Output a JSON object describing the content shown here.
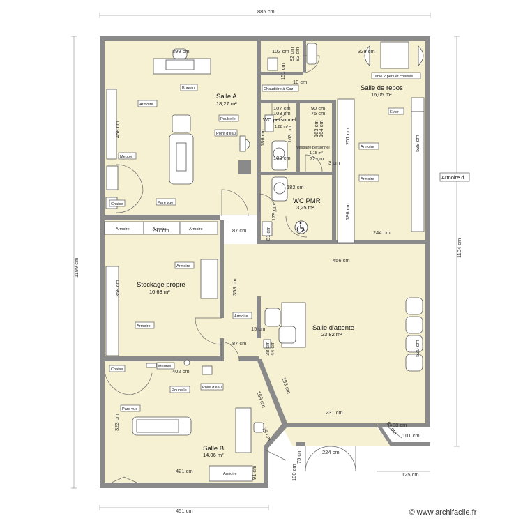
{
  "dimensions": {
    "top_total": "885 cm",
    "left_total": "1199 cm",
    "right_total": "1104 cm",
    "bottom_left": "451 cm",
    "bottom_right": "125 cm",
    "d399": "399 cm",
    "d103a": "103 cm",
    "d328": "328 cm",
    "d82a": "82 cm",
    "d82b": "82 cm",
    "d151": "151 cm",
    "d10": "10 cm",
    "d107": "107 cm",
    "d103b": "103 cm",
    "d90": "90 cm",
    "d75": "75 cm",
    "d458": "458 cm",
    "d186a": "186 cm",
    "d163": "163 cm",
    "d163b": "163 cm",
    "d164": "164 cm",
    "d201": "201 cm",
    "d539": "539 cm",
    "d103c": "103 cm",
    "d72": "72 cm",
    "d3": "3 cm",
    "d182": "182 cm",
    "d186b": "186 cm",
    "d179": "179 cm",
    "d81": "81 cm",
    "d297": "297 cm",
    "d87a": "87 cm",
    "d244": "244 cm",
    "d456": "456 cm",
    "d358a": "358 cm",
    "d358b": "358 cm",
    "d15": "15 cm",
    "d87b": "87 cm",
    "d38": "38 cm",
    "d44": "44 cm",
    "d520": "520 cm",
    "d402": "402 cm",
    "d193": "193 cm",
    "d169": "169 cm",
    "d231": "231 cm",
    "d323": "323 cm",
    "d79": "79 cm",
    "d88": "88 cm",
    "d101": "101 cm",
    "d224": "224 cm",
    "d421": "421 cm",
    "d91": "91 cm",
    "d100": "100 cm",
    "d75b": "75 cm"
  },
  "rooms": {
    "salle_a": {
      "name": "Salle A",
      "area": "18,27 m²"
    },
    "salle_repos": {
      "name": "Salle de repos",
      "area": "16,05 m²"
    },
    "wc_personnel": {
      "name": "WC personnel",
      "area": "1,88 m²"
    },
    "vestiaire": {
      "name": "Vestiaire personnel",
      "area": "1,15 m²"
    },
    "wc_pmr": {
      "name": "WC PMR",
      "area": "3,25 m²"
    },
    "stockage": {
      "name": "Stockage propre",
      "area": "10,63 m²"
    },
    "salle_attente": {
      "name": "Salle d'attente",
      "area": "23,82 m²"
    },
    "salle_b": {
      "name": "Salle B",
      "area": "14,06 m²"
    }
  },
  "labels": {
    "bureau": "Bureau",
    "armoire": "Armoire",
    "poubelle": "Poubelle",
    "point_eau": "Point d'eau",
    "meuble": "Meuble",
    "chaise": "Chaise",
    "pare_vue": "Pare vue",
    "chaudiere": "Chaudière à Gaz",
    "table2": "Table 2 pers et chaises",
    "evier": "Evier",
    "armoire_d": "Armoire d"
  },
  "logo": "© www.archifacile.fr"
}
